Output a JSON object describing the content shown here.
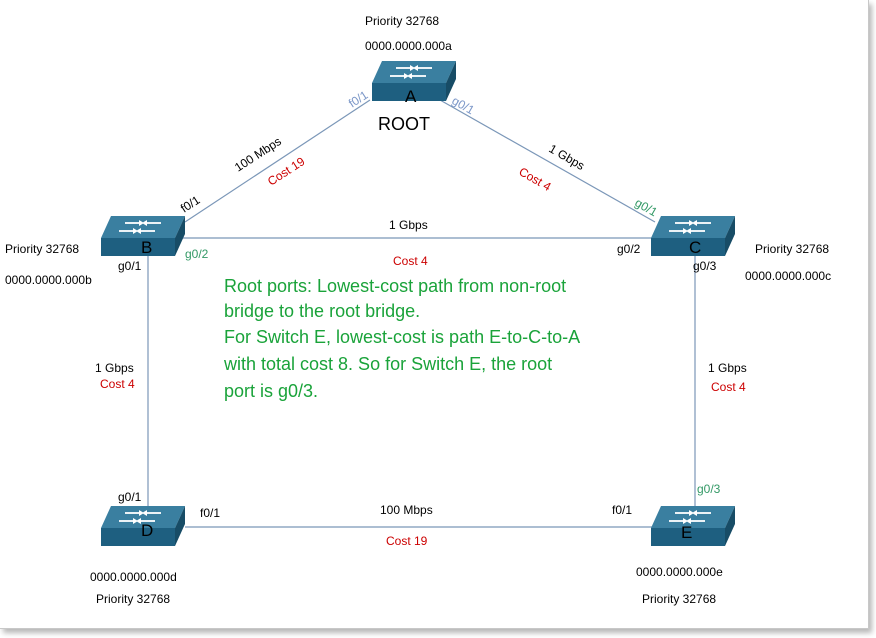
{
  "colors": {
    "link": "#7b97b8",
    "cost": "#cc0000",
    "root_port": "#339966",
    "other_port": "#7b97c8",
    "note": "#1aa33a",
    "switch_top": "#3a7fa0",
    "switch_front": "#1e5f80",
    "switch_side": "#174c66"
  },
  "switches": {
    "A": {
      "letter": "A",
      "role": "ROOT",
      "priority": "Priority 32768",
      "mac": "0000.0000.000a"
    },
    "B": {
      "letter": "B",
      "priority": "Priority 32768",
      "mac": "0000.0000.000b"
    },
    "C": {
      "letter": "C",
      "priority": "Priority 32768",
      "mac": "0000.0000.000c"
    },
    "D": {
      "letter": "D",
      "priority": "Priority 32768",
      "mac": "0000.0000.000d"
    },
    "E": {
      "letter": "E",
      "priority": "Priority 32768",
      "mac": "0000.0000.000e"
    }
  },
  "links": {
    "AB": {
      "speed": "100 Mbps",
      "cost": "Cost 19",
      "port_a": "f0/1",
      "port_b": "f0/1"
    },
    "AC": {
      "speed": "1 Gbps",
      "cost": "Cost 4",
      "port_a": "g0/1",
      "port_c": "g0/1"
    },
    "BC": {
      "speed": "1 Gbps",
      "cost": "Cost 4",
      "port_b": "g0/2",
      "port_c": "g0/2"
    },
    "BD": {
      "speed": "1 Gbps",
      "cost": "Cost 4",
      "port_b": "g0/1",
      "port_d": "g0/1"
    },
    "CE": {
      "speed": "1 Gbps",
      "cost": "Cost 4",
      "port_c": "g0/3",
      "port_e": "g0/3"
    },
    "DE": {
      "speed": "100 Mbps",
      "cost": "Cost 19",
      "port_d": "f0/1",
      "port_e": "f0/1"
    }
  },
  "note": {
    "lines": [
      "Root ports: Lowest-cost path from non-root",
      "bridge to the root bridge.",
      "For Switch E, lowest-cost is path E-to-C-to-A",
      "with total cost 8. So for Switch E, the root",
      "port is g0/3."
    ]
  }
}
